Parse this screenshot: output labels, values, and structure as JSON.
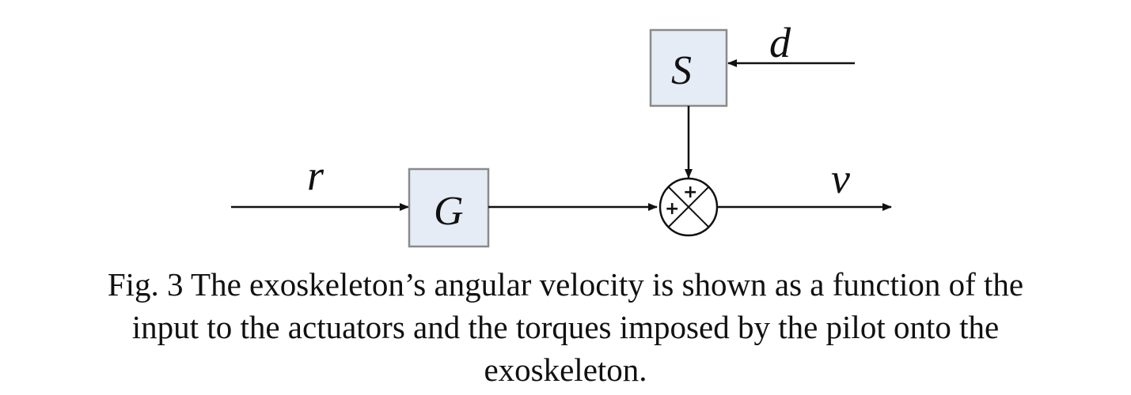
{
  "diagram": {
    "blocks": {
      "G": "G",
      "S": "S"
    },
    "signals": {
      "r": "r",
      "d": "d",
      "v": "v"
    },
    "summing_junction": {
      "top_sign": "+",
      "left_sign": "+"
    },
    "colors": {
      "block_fill": "#e6ecf6",
      "block_stroke": "#8a8a8a",
      "line": "#111111"
    }
  },
  "caption": {
    "line1": "Fig. 3  The exoskeleton’s angular velocity is shown as a function of the",
    "line2": "input to the actuators and the torques imposed by the pilot onto the",
    "line3": "exoskeleton."
  }
}
